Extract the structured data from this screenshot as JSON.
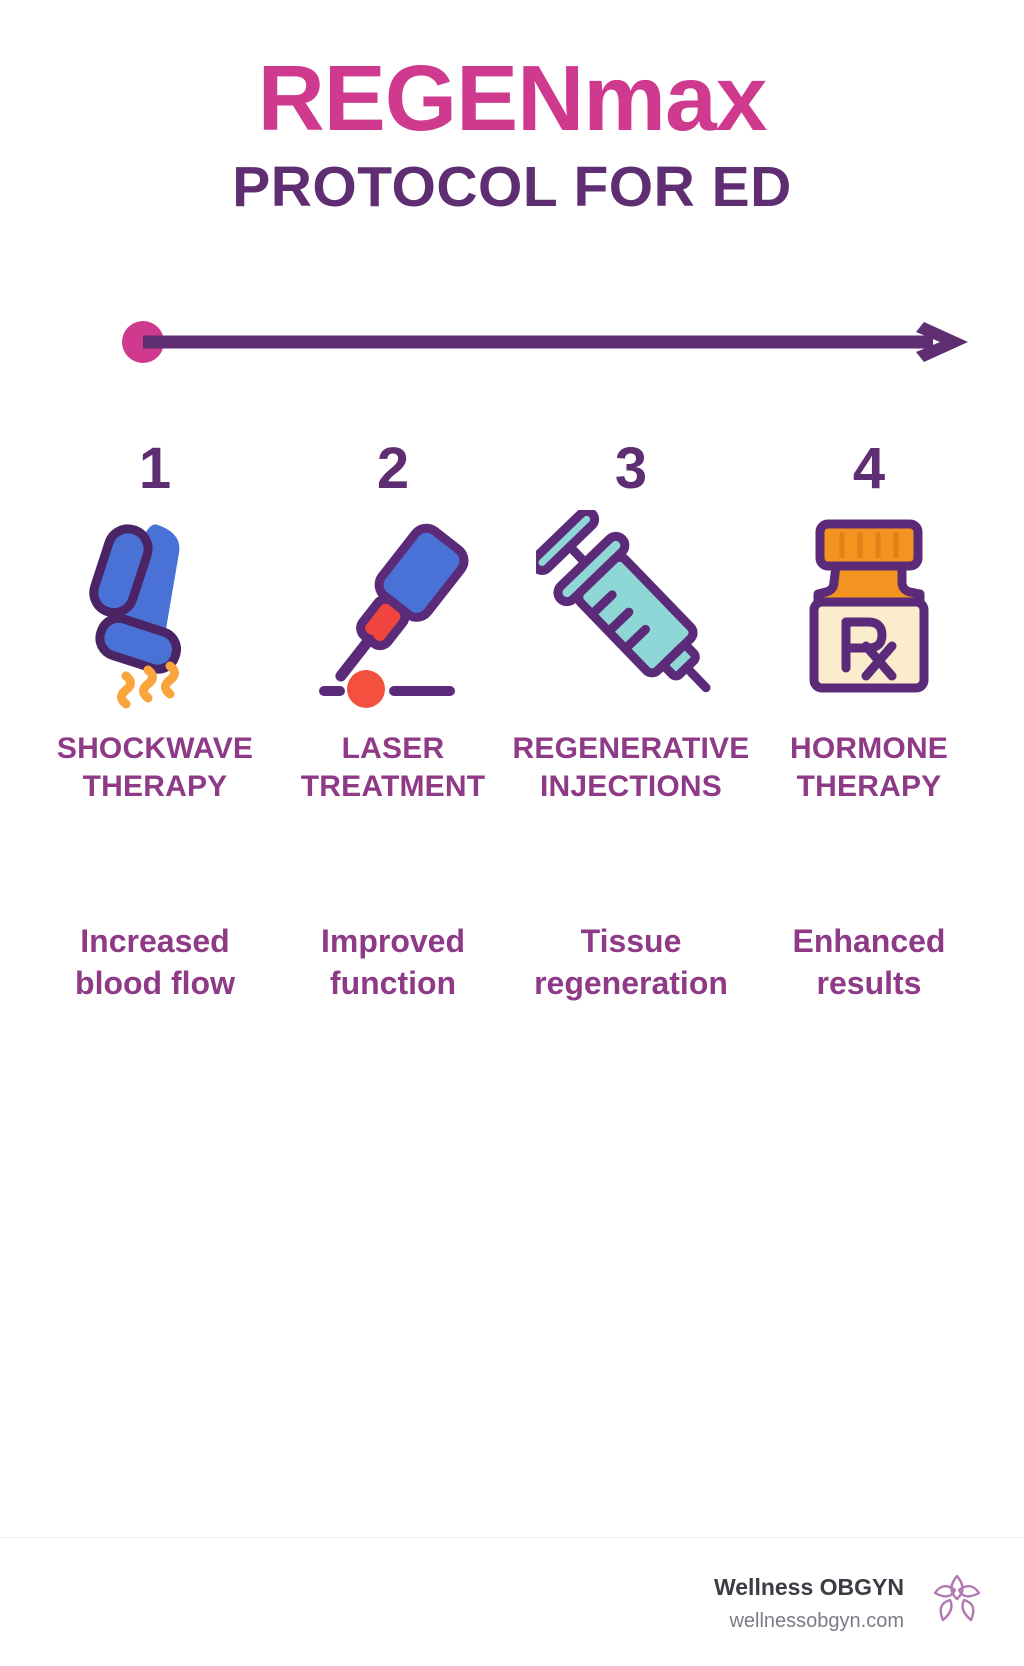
{
  "header": {
    "brand_primary": "REGEN",
    "brand_secondary": "max",
    "subtitle": "PROTOCOL FOR ED"
  },
  "timeline": {
    "icon": "arrow-right-icon",
    "dot_color": "#cf3a8e",
    "line_color": "#5f2d72"
  },
  "steps": [
    {
      "number": "1",
      "icon": "shockwave-device-icon",
      "title": "SHOCKWAVE\nTHERAPY",
      "benefit": "Increased\nblood flow"
    },
    {
      "number": "2",
      "icon": "laser-pen-icon",
      "title": "LASER\nTREATMENT",
      "benefit": "Improved\nfunction"
    },
    {
      "number": "3",
      "icon": "syringe-icon",
      "title": "REGENERATIVE\nINJECTIONS",
      "benefit": "Tissue\nregeneration"
    },
    {
      "number": "4",
      "icon": "pill-bottle-rx-icon",
      "title": "HORMONE\nTHERAPY",
      "benefit": "Enhanced\nresults"
    }
  ],
  "icon_labels": {
    "rx": "Rx"
  },
  "footer": {
    "practice_name": "Wellness OBGYN",
    "website": "wellnessobgyn.com",
    "logo": "flower-logo-icon"
  },
  "colors": {
    "brand_pink": "#cf3a8e",
    "deep_purple": "#5f2d72",
    "label_purple": "#8e3a87",
    "device_blue": "#4a72d6",
    "accent_orange": "#f89a38",
    "accent_red": "#f0453f",
    "syringe_teal": "#8fd6d6",
    "bottle_orange": "#f2941f",
    "bottle_label": "#faeccd",
    "footer_dark": "#3c3c44",
    "footer_gray": "#7b7b85"
  }
}
